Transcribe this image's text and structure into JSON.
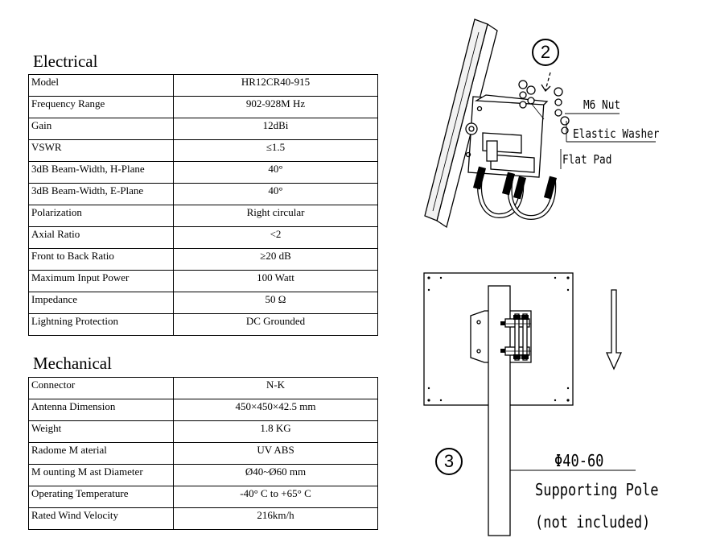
{
  "electrical": {
    "title": "Electrical",
    "rows": [
      {
        "label": "Model",
        "value": "HR12CR40-915"
      },
      {
        "label": "Frequency Range",
        "value": "902-928M Hz"
      },
      {
        "label": "Gain",
        "value": "12dBi"
      },
      {
        "label": "VSWR",
        "value": "≤1.5"
      },
      {
        "label": "3dB Beam-Width, H-Plane",
        "value": "40°"
      },
      {
        "label": "3dB Beam-Width, E-Plane",
        "value": "40°"
      },
      {
        "label": "Polarization",
        "value": "Right circular"
      },
      {
        "label": "Axial Ratio",
        "value": "<2"
      },
      {
        "label": "Front to Back Ratio",
        "value": "≥20 dB"
      },
      {
        "label": "Maximum Input Power",
        "value": "100 Watt"
      },
      {
        "label": "Impedance",
        "value": "50 Ω"
      },
      {
        "label": "Lightning Protection",
        "value": "DC Grounded"
      }
    ]
  },
  "mechanical": {
    "title": "Mechanical",
    "rows": [
      {
        "label": "Connector",
        "value": "N-K"
      },
      {
        "label": "Antenna Dimension",
        "value": "450×450×42.5 mm"
      },
      {
        "label": "Weight",
        "value": "1.8 KG"
      },
      {
        "label": "Radome M aterial",
        "value": "UV ABS"
      },
      {
        "label": "M ounting M ast Diameter",
        "value": "Ø40~Ø60 mm"
      },
      {
        "label": "Operating Temperature",
        "value": "-40° C to +65° C"
      },
      {
        "label": "Rated Wind Velocity",
        "value": "216km/h"
      }
    ]
  },
  "diagram": {
    "step2": "2",
    "step3": "3",
    "m6_nut": "M6 Nut",
    "elastic_washer": "Elastic Washer",
    "flat_pad": "Flat Pad",
    "diameter": "Φ40-60",
    "supporting_pole": "Supporting Pole",
    "not_included": "(not included)"
  }
}
